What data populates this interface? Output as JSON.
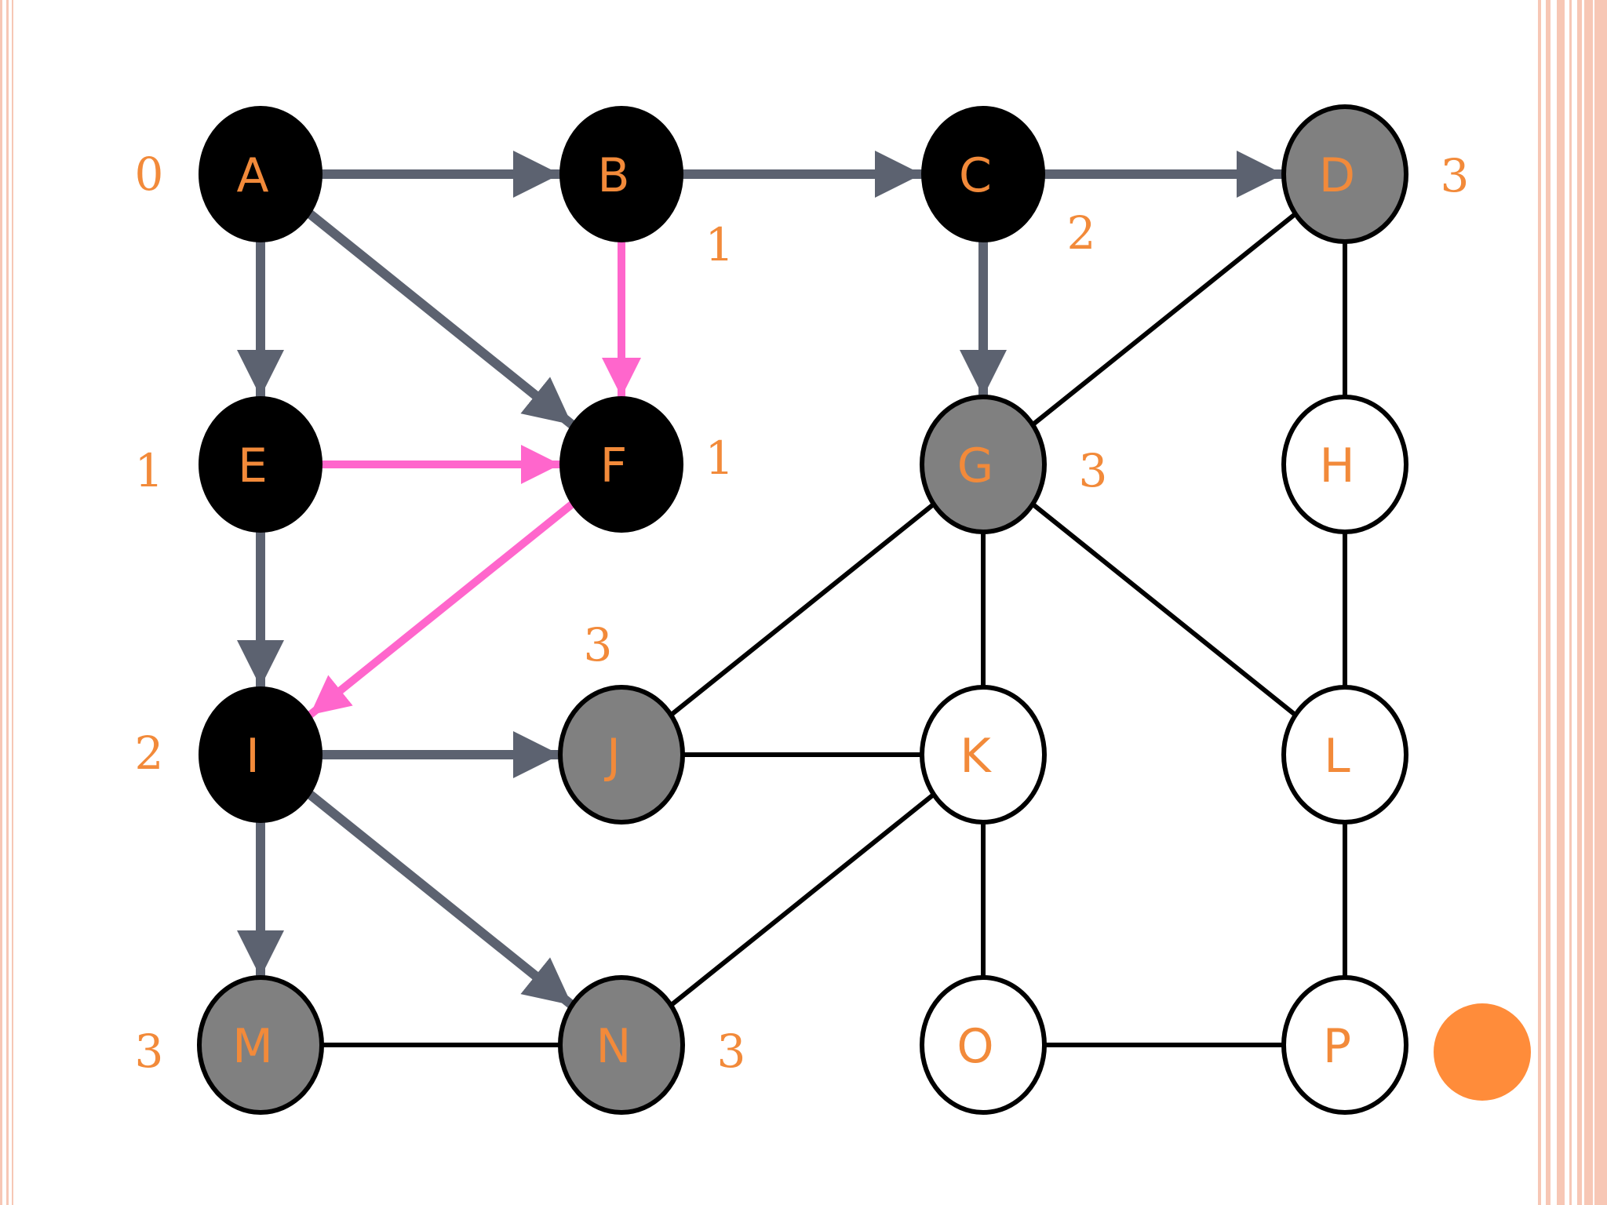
{
  "colors": {
    "visited": "#000000",
    "frontier": "#808080",
    "unvisited": "#ffffff",
    "tree_edge": "#5c6270",
    "current_edge": "#ff66cc",
    "plain_edge": "#000000",
    "label": "#f28a3a",
    "marker": "#ff8c3a",
    "border_stripes": "#f7c7b5"
  },
  "nodes": [
    {
      "id": "A",
      "label": "A",
      "state": "visited",
      "distance": "0"
    },
    {
      "id": "B",
      "label": "B",
      "state": "visited",
      "distance": "1"
    },
    {
      "id": "C",
      "label": "C",
      "state": "visited",
      "distance": "2"
    },
    {
      "id": "D",
      "label": "D",
      "state": "frontier",
      "distance": "3"
    },
    {
      "id": "E",
      "label": "E",
      "state": "visited",
      "distance": "1"
    },
    {
      "id": "F",
      "label": "F",
      "state": "visited",
      "distance": "1"
    },
    {
      "id": "G",
      "label": "G",
      "state": "frontier",
      "distance": "3"
    },
    {
      "id": "H",
      "label": "H",
      "state": "unvisited",
      "distance": ""
    },
    {
      "id": "I",
      "label": "I",
      "state": "visited",
      "distance": "2"
    },
    {
      "id": "J",
      "label": "J",
      "state": "frontier",
      "distance": "3"
    },
    {
      "id": "K",
      "label": "K",
      "state": "unvisited",
      "distance": ""
    },
    {
      "id": "L",
      "label": "L",
      "state": "unvisited",
      "distance": ""
    },
    {
      "id": "M",
      "label": "M",
      "state": "frontier",
      "distance": "3"
    },
    {
      "id": "N",
      "label": "N",
      "state": "frontier",
      "distance": "3"
    },
    {
      "id": "O",
      "label": "O",
      "state": "unvisited",
      "distance": ""
    },
    {
      "id": "P",
      "label": "P",
      "state": "unvisited",
      "distance": ""
    }
  ],
  "edges": [
    {
      "from": "A",
      "to": "B",
      "type": "tree",
      "directed": true
    },
    {
      "from": "B",
      "to": "C",
      "type": "tree",
      "directed": true
    },
    {
      "from": "C",
      "to": "D",
      "type": "tree",
      "directed": true
    },
    {
      "from": "A",
      "to": "E",
      "type": "tree",
      "directed": true
    },
    {
      "from": "A",
      "to": "F",
      "type": "tree",
      "directed": true
    },
    {
      "from": "B",
      "to": "F",
      "type": "current",
      "directed": true
    },
    {
      "from": "C",
      "to": "G",
      "type": "tree",
      "directed": true
    },
    {
      "from": "E",
      "to": "F",
      "type": "current",
      "directed": true
    },
    {
      "from": "E",
      "to": "I",
      "type": "tree",
      "directed": true
    },
    {
      "from": "F",
      "to": "I",
      "type": "current",
      "directed": true
    },
    {
      "from": "I",
      "to": "J",
      "type": "tree",
      "directed": true
    },
    {
      "from": "I",
      "to": "M",
      "type": "tree",
      "directed": true
    },
    {
      "from": "I",
      "to": "N",
      "type": "tree",
      "directed": true
    },
    {
      "from": "D",
      "to": "G",
      "type": "plain",
      "directed": false
    },
    {
      "from": "D",
      "to": "H",
      "type": "plain",
      "directed": false
    },
    {
      "from": "G",
      "to": "J",
      "type": "plain",
      "directed": false
    },
    {
      "from": "G",
      "to": "K",
      "type": "plain",
      "directed": false
    },
    {
      "from": "G",
      "to": "L",
      "type": "plain",
      "directed": false
    },
    {
      "from": "H",
      "to": "L",
      "type": "plain",
      "directed": false
    },
    {
      "from": "J",
      "to": "K",
      "type": "plain",
      "directed": false
    },
    {
      "from": "K",
      "to": "N",
      "type": "plain",
      "directed": false
    },
    {
      "from": "K",
      "to": "O",
      "type": "plain",
      "directed": false
    },
    {
      "from": "L",
      "to": "P",
      "type": "plain",
      "directed": false
    },
    {
      "from": "M",
      "to": "N",
      "type": "plain",
      "directed": false
    },
    {
      "from": "O",
      "to": "P",
      "type": "plain",
      "directed": false
    }
  ]
}
